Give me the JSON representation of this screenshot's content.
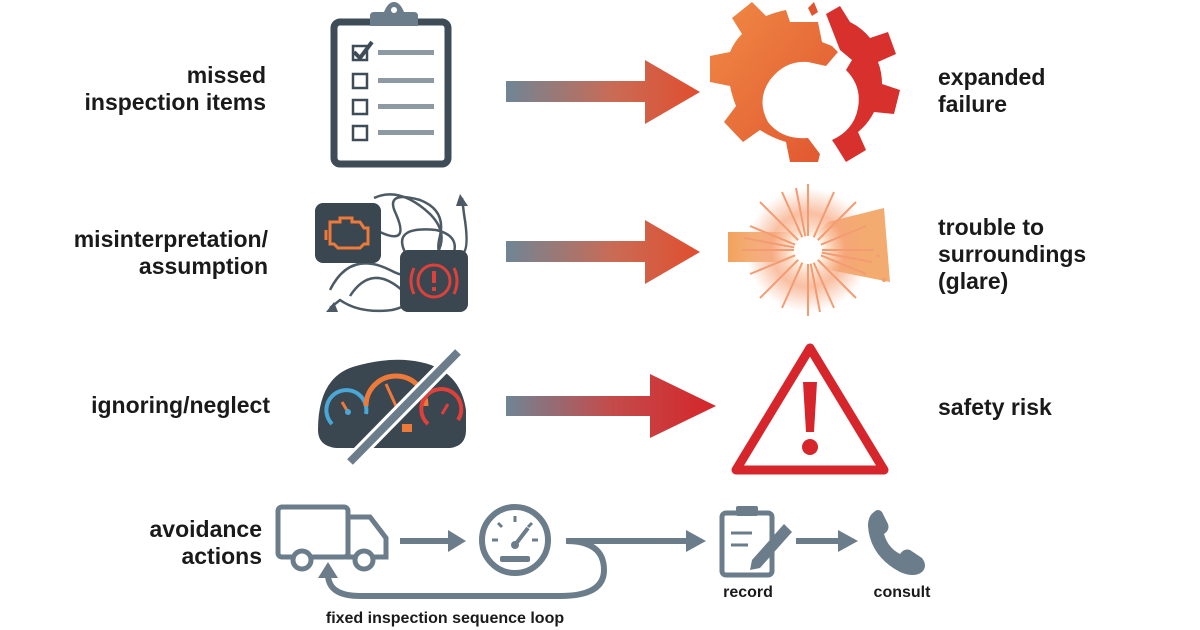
{
  "rows": [
    {
      "cause": [
        "missed",
        "inspection items"
      ],
      "effect": [
        "expanded",
        "failure"
      ],
      "cause_icon": "clipboard-checklist-icon",
      "effect_icon": "broken-gear-icon"
    },
    {
      "cause": [
        "misinterpretation/",
        "assumption"
      ],
      "effect": [
        "trouble to",
        "surroundings",
        "(glare)"
      ],
      "cause_icon": "warning-lights-tangle-icon",
      "effect_icon": "glare-burst-icon"
    },
    {
      "cause": [
        "ignoring/neglect"
      ],
      "effect": [
        "safety risk"
      ],
      "cause_icon": "crossed-out-dashboard-icon",
      "effect_icon": "warning-triangle-icon"
    }
  ],
  "avoidance": {
    "title": [
      "avoidance",
      "actions"
    ],
    "loop_label": "fixed inspection sequence loop",
    "record_label": "record",
    "consult_label": "consult",
    "icons": [
      "truck-icon",
      "speedometer-icon",
      "clipboard-pen-icon",
      "phone-icon"
    ]
  },
  "colors": {
    "arrow_start": "#6f8595",
    "arrow_mid": "#e0623a",
    "arrow_end": "#d4262a",
    "slate": "#6b7d8a",
    "dark_slate": "#3a4650",
    "orange": "#ee7a3a",
    "red": "#d7262b"
  }
}
